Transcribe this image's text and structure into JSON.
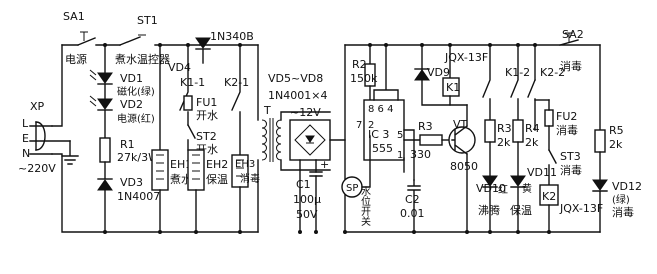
{
  "labels": {
    "SA1": "SA1",
    "ST1": "ST1",
    "controller": "煮水温控器",
    "VD4": "VD4",
    "VD4_type": "1N340B",
    "power_label": "电源",
    "XP": "XP",
    "L": "L",
    "E": "E",
    "N": "N",
    "mains": "~220V",
    "VD1": "VD1",
    "VD1_desc": "磁化(绿)",
    "VD2": "VD2",
    "VD2_desc": "电源(红)",
    "R1": "R1",
    "R1_val": "27k/3W",
    "VD3": "VD3",
    "VD3_type": "1N4007",
    "K1_1": "K1-1",
    "K2_1": "K2-1",
    "FU1": "FU1",
    "FU1_desc": "开水",
    "ST2": "ST2",
    "ST2_desc": "开水",
    "EH1": "EH1",
    "EH1_desc": "煮水",
    "EH2": "EH2",
    "EH2_desc": "保温",
    "EH3": "EH3",
    "EH3_desc": "消毒",
    "VD5_8": "VD5~VD8",
    "bridge_type": "1N4001×4",
    "V12": "~12V",
    "T": "T",
    "C1": "C1",
    "C1_val": "100μ",
    "C1_volt": "50V",
    "plus": "+",
    "R2": "R2",
    "R2_val": "150k",
    "pins_top": "8 6 4",
    "pin7": "7",
    "pin2": "2",
    "IC3": "IC 3",
    "ic_name": "555",
    "pin5": "5",
    "pin1": "1",
    "SP": "SP",
    "SP_desc": "水位开关",
    "C2": "C2",
    "C2_val": "0.01",
    "VD9": "VD9",
    "relay_top": "JQX-13F",
    "K1": "K1",
    "R3": "R3",
    "R3_val": "330",
    "VT": "VT",
    "VT_type": "8050",
    "K1_2": "K1-2",
    "K2_2": "K2-2",
    "SA2": "SA2",
    "SA2_desc": "消毒",
    "R3b": "R3",
    "R3b_val": "2k",
    "R4": "R4",
    "R4_val": "2k",
    "FU2": "FU2",
    "FU2_desc": "消毒",
    "R5": "R5",
    "R5_val": "2k",
    "ST3": "ST3",
    "ST3_desc": "消毒",
    "VD10": "VD10",
    "VD10_color": "红",
    "VD10_desc": "沸腾",
    "VD11": "VD11",
    "VD11_color": "黄",
    "VD11_desc": "保温",
    "K2": "K2",
    "relay_bottom": "JQX-13F",
    "VD12": "VD12",
    "VD12_color": "(绿)",
    "VD12_desc": "消毒"
  }
}
